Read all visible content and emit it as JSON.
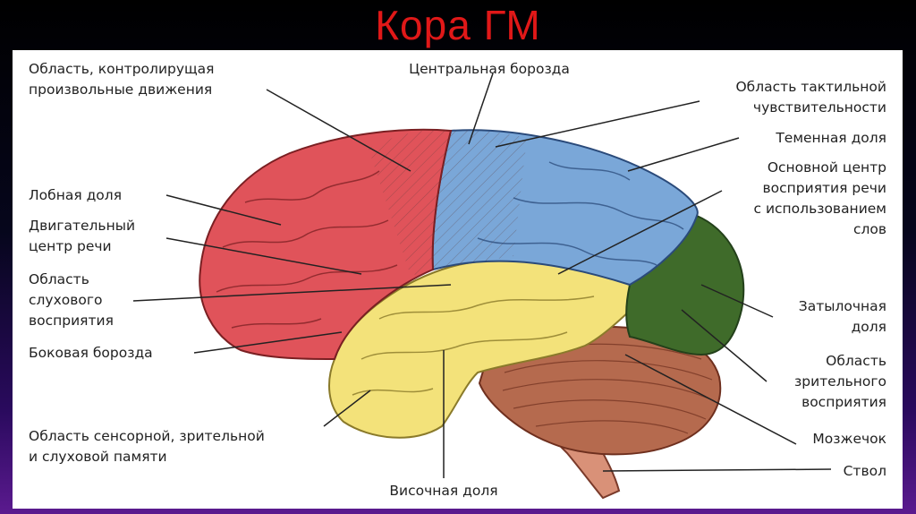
{
  "slide": {
    "title": "Кора ГМ"
  },
  "colors": {
    "title": "#e01818",
    "frontal": "#e0535a",
    "parietal": "#7aa7d8",
    "temporal": "#f3e27a",
    "occipital": "#3f6b2a",
    "cerebellum": "#b56a4e",
    "stem": "#d99178"
  },
  "labels": {
    "motor_area": "Область, контролирущая\nпроизвольные движения",
    "central_sulcus": "Центральная борозда",
    "tactile_area": "Область тактильной\nчувствительности",
    "parietal_lobe": "Теменная доля",
    "speech_center": "Основной центр\nвосприятия речи\nс использованием\nслов",
    "frontal_lobe": "Лобная доля",
    "motor_speech": "Двигательный\nцентр речи",
    "auditory_area": "Область\nслухового\nвосприятия",
    "lateral_sulcus": "Боковая борозда",
    "memory_area": "Область сенсорной, зрительной\nи слуховой памяти",
    "temporal_lobe": "Височная доля",
    "occipital_lobe": "Затылочная\nдоля",
    "visual_area": "Область\nзрительного\nвосприятия",
    "cerebellum": "Мозжечок",
    "brainstem": "Ствол"
  }
}
